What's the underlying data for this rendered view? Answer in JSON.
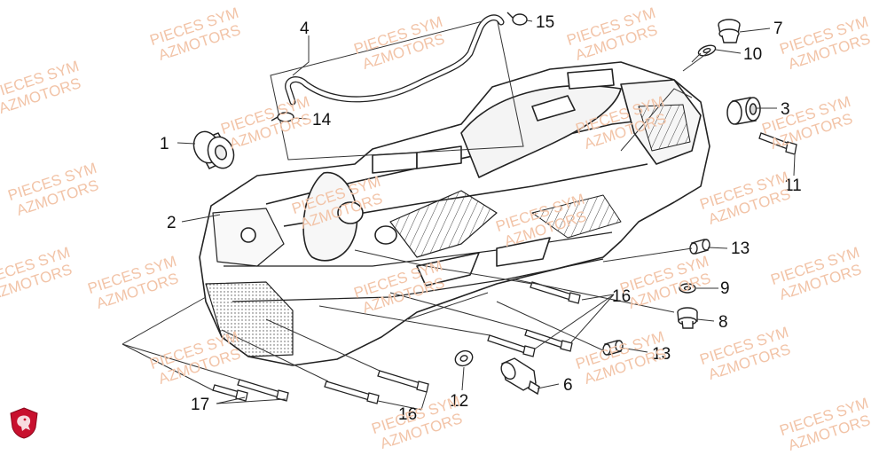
{
  "watermark": {
    "line1": "PIECES SYM",
    "line2": "AZMOTORS"
  },
  "parts": [
    {
      "ref": "1"
    },
    {
      "ref": "2"
    },
    {
      "ref": "3"
    },
    {
      "ref": "4"
    },
    {
      "ref": "6"
    },
    {
      "ref": "7"
    },
    {
      "ref": "8"
    },
    {
      "ref": "9"
    },
    {
      "ref": "10"
    },
    {
      "ref": "11"
    },
    {
      "ref": "12"
    },
    {
      "ref": "13"
    },
    {
      "ref": "13"
    },
    {
      "ref": "14"
    },
    {
      "ref": "15"
    },
    {
      "ref": "16"
    },
    {
      "ref": "16"
    },
    {
      "ref": "17"
    }
  ],
  "colors": {
    "line": "#222222",
    "watermark": "#f2c4a8",
    "logo": "#c8102e",
    "background": "#ffffff"
  },
  "brand_logo": {
    "icon": "lion-shield-logo"
  }
}
